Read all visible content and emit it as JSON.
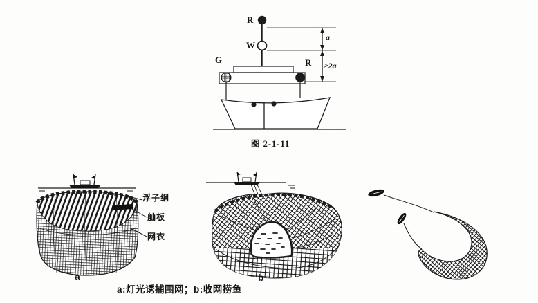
{
  "colors": {
    "ink": "#1c1c1c",
    "paper": "#fdfdfc"
  },
  "top_figure": {
    "caption": "图 2-1-11",
    "lights": {
      "top": "R",
      "middle": "W",
      "left": "G",
      "right": "R"
    },
    "dims": {
      "upper": "a",
      "lower": "≥2a"
    }
  },
  "bottom_figure": {
    "caption": "a:灯光诱捕围网；b:收网捞鱼",
    "sub_a": {
      "label": "a",
      "annotations": {
        "float_line": "浮子纲",
        "sampan": "舢板",
        "netting": "网衣"
      }
    },
    "sub_b": {
      "label": "b"
    }
  }
}
